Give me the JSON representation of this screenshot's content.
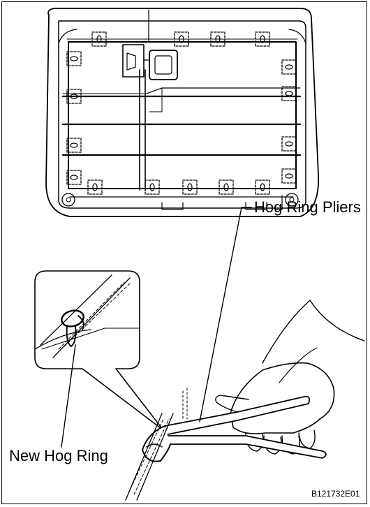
{
  "figure": {
    "code": "B121732E01",
    "labels": {
      "pliers": "Hog Ring Pliers",
      "ring": "New Hog Ring"
    },
    "icons": [
      "seat-frame-drawing",
      "hog-ring-detail-drawing",
      "hand-with-pliers-drawing"
    ]
  }
}
